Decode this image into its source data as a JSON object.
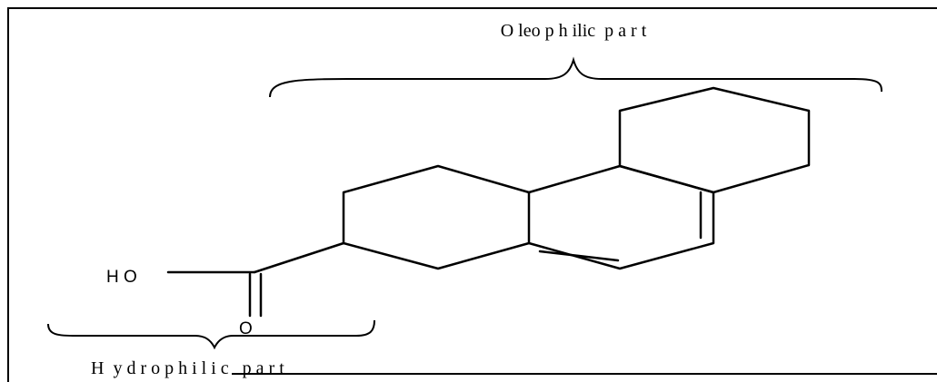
{
  "diagram": {
    "oleophilic_label": "O leo p h ilic  p a r t",
    "hydrophilic_label": "H  y d r o p h i l i c   p a r t",
    "atom_ho": "H O",
    "atom_o": "O"
  },
  "colors": {
    "line": "#000000",
    "background": "#ffffff"
  }
}
